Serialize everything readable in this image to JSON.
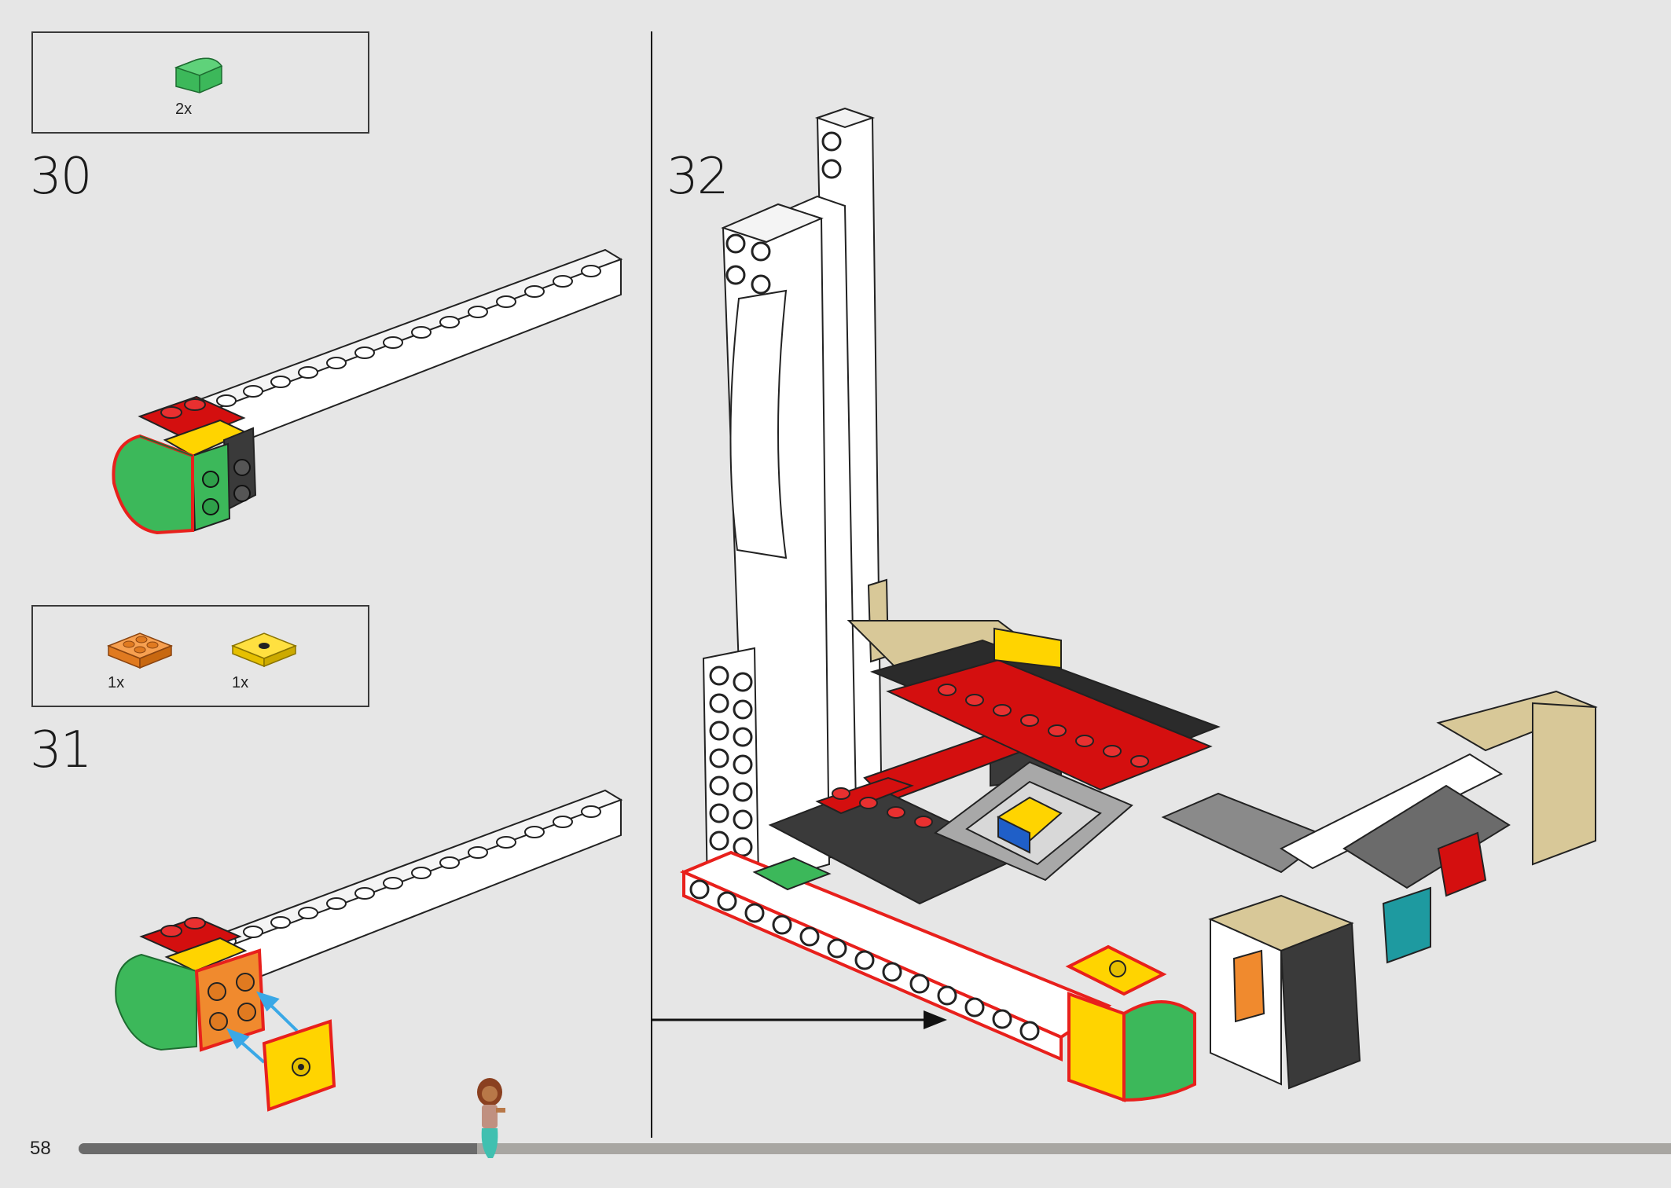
{
  "page_number": "58",
  "progress": 0.25,
  "steps": [
    {
      "number": "30",
      "parts": [
        {
          "name": "green-curved-slope",
          "qty": "2x"
        }
      ]
    },
    {
      "number": "31",
      "parts": [
        {
          "name": "orange-plate-2x2",
          "qty": "1x"
        },
        {
          "name": "yellow-tile-jumper",
          "qty": "1x"
        }
      ]
    },
    {
      "number": "32",
      "parts": []
    }
  ],
  "colors": {
    "background": "#e6e6e6",
    "red_outline": "#e8201c",
    "arrow_blue": "#3aa8e6",
    "brick_green": "#3cb85a",
    "brick_red": "#d40f0f",
    "brick_yellow": "#ffd400",
    "brick_orange": "#f08a2e",
    "brick_tan": "#d8c898",
    "brick_dark_gray": "#3a3a3a",
    "brick_gray": "#9a9a9a"
  }
}
